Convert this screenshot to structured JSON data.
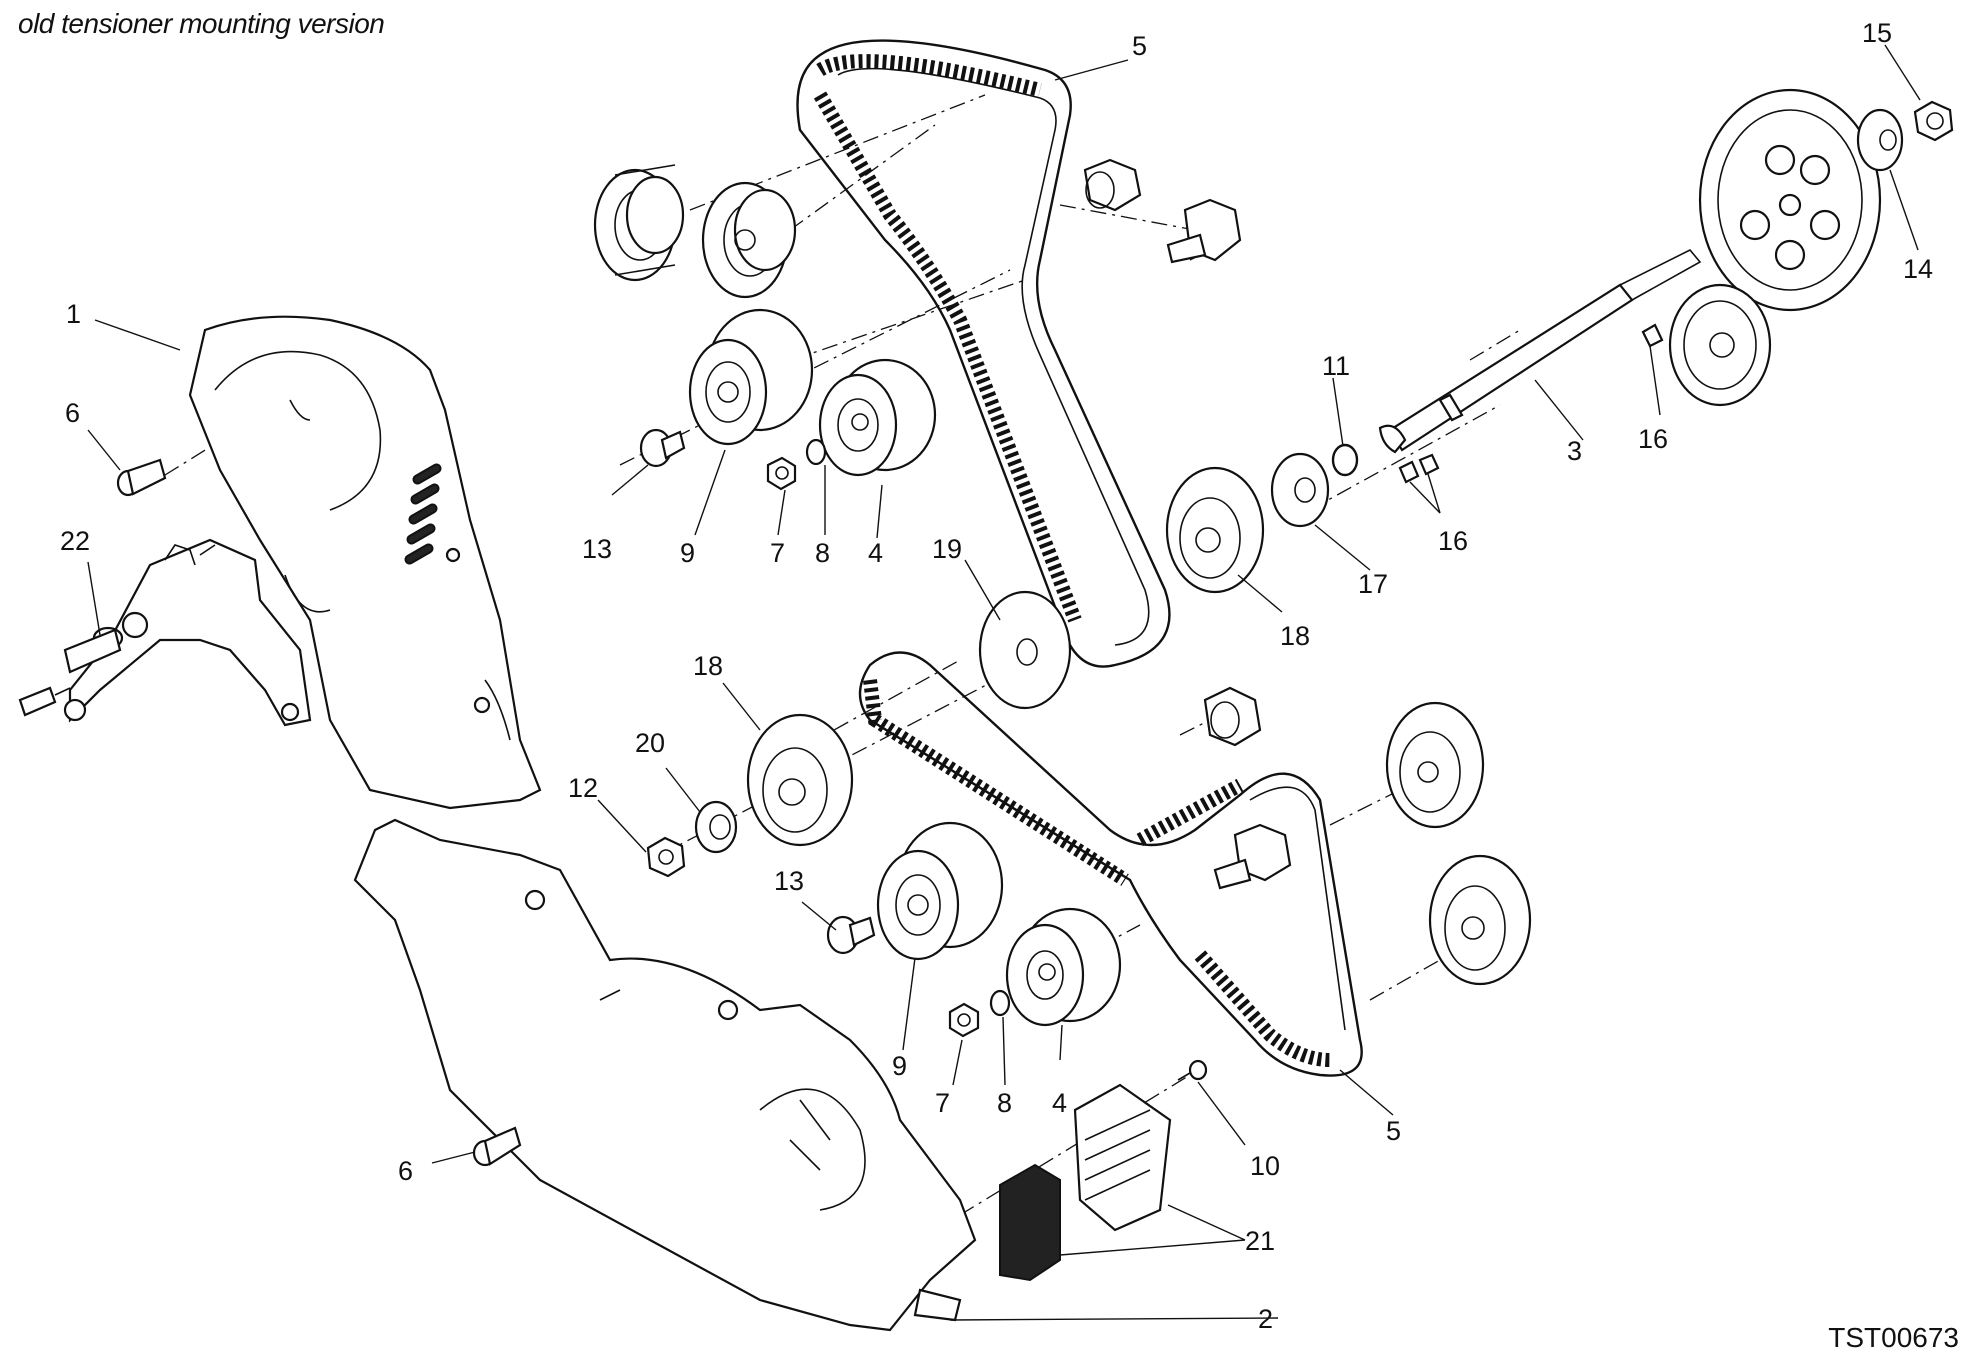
{
  "caption": "old tensioner mounting version",
  "drawing_code": "TST00673",
  "callouts": [
    {
      "id": "c1",
      "text": "1"
    },
    {
      "id": "c2",
      "text": "2"
    },
    {
      "id": "c3",
      "text": "3"
    },
    {
      "id": "c4a",
      "text": "4"
    },
    {
      "id": "c4b",
      "text": "4"
    },
    {
      "id": "c5a",
      "text": "5"
    },
    {
      "id": "c5b",
      "text": "5"
    },
    {
      "id": "c6a",
      "text": "6"
    },
    {
      "id": "c6b",
      "text": "6"
    },
    {
      "id": "c7a",
      "text": "7"
    },
    {
      "id": "c7b",
      "text": "7"
    },
    {
      "id": "c8a",
      "text": "8"
    },
    {
      "id": "c8b",
      "text": "8"
    },
    {
      "id": "c9a",
      "text": "9"
    },
    {
      "id": "c9b",
      "text": "9"
    },
    {
      "id": "c10",
      "text": "10"
    },
    {
      "id": "c11",
      "text": "11"
    },
    {
      "id": "c12",
      "text": "12"
    },
    {
      "id": "c13a",
      "text": "13"
    },
    {
      "id": "c13b",
      "text": "13"
    },
    {
      "id": "c14",
      "text": "14"
    },
    {
      "id": "c15",
      "text": "15"
    },
    {
      "id": "c16a",
      "text": "16"
    },
    {
      "id": "c16b",
      "text": "16"
    },
    {
      "id": "c17",
      "text": "17"
    },
    {
      "id": "c18a",
      "text": "18"
    },
    {
      "id": "c18b",
      "text": "18"
    },
    {
      "id": "c19",
      "text": "19"
    },
    {
      "id": "c20",
      "text": "20"
    },
    {
      "id": "c21",
      "text": "21"
    },
    {
      "id": "c22",
      "text": "22"
    }
  ]
}
